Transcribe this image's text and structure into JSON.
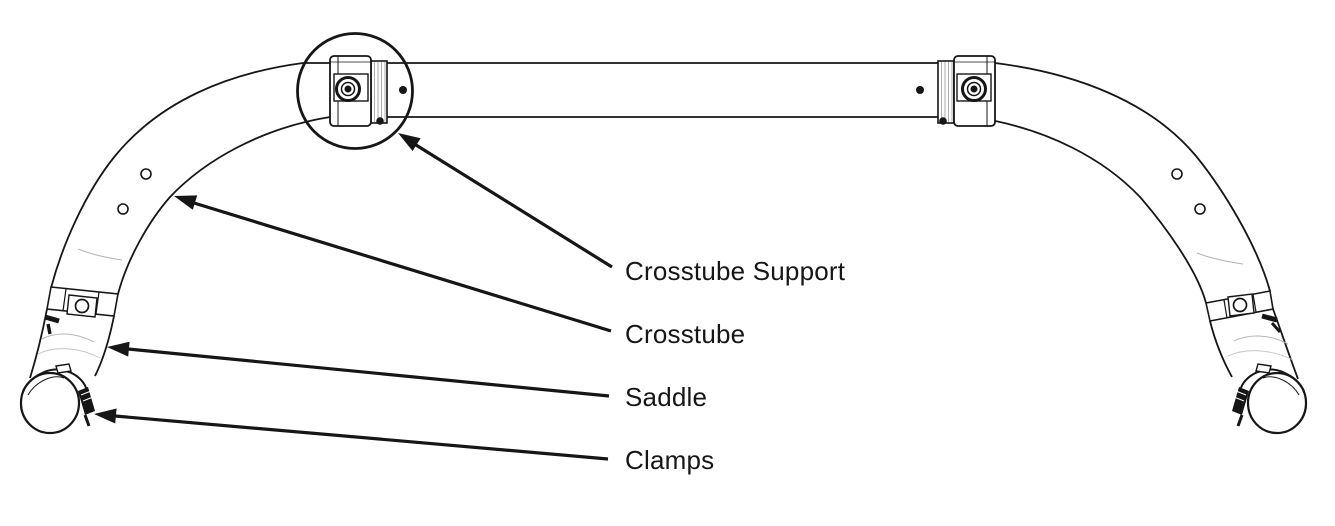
{
  "diagram": {
    "type": "technical-line-diagram",
    "callouts": [
      {
        "label": "Crosstube Support"
      },
      {
        "label": "Crosstube"
      },
      {
        "label": "Saddle"
      },
      {
        "label": "Clamps"
      }
    ]
  },
  "colors": {
    "background": "#ffffff",
    "line": "#161616",
    "faint_line": "#b5b5b5"
  }
}
